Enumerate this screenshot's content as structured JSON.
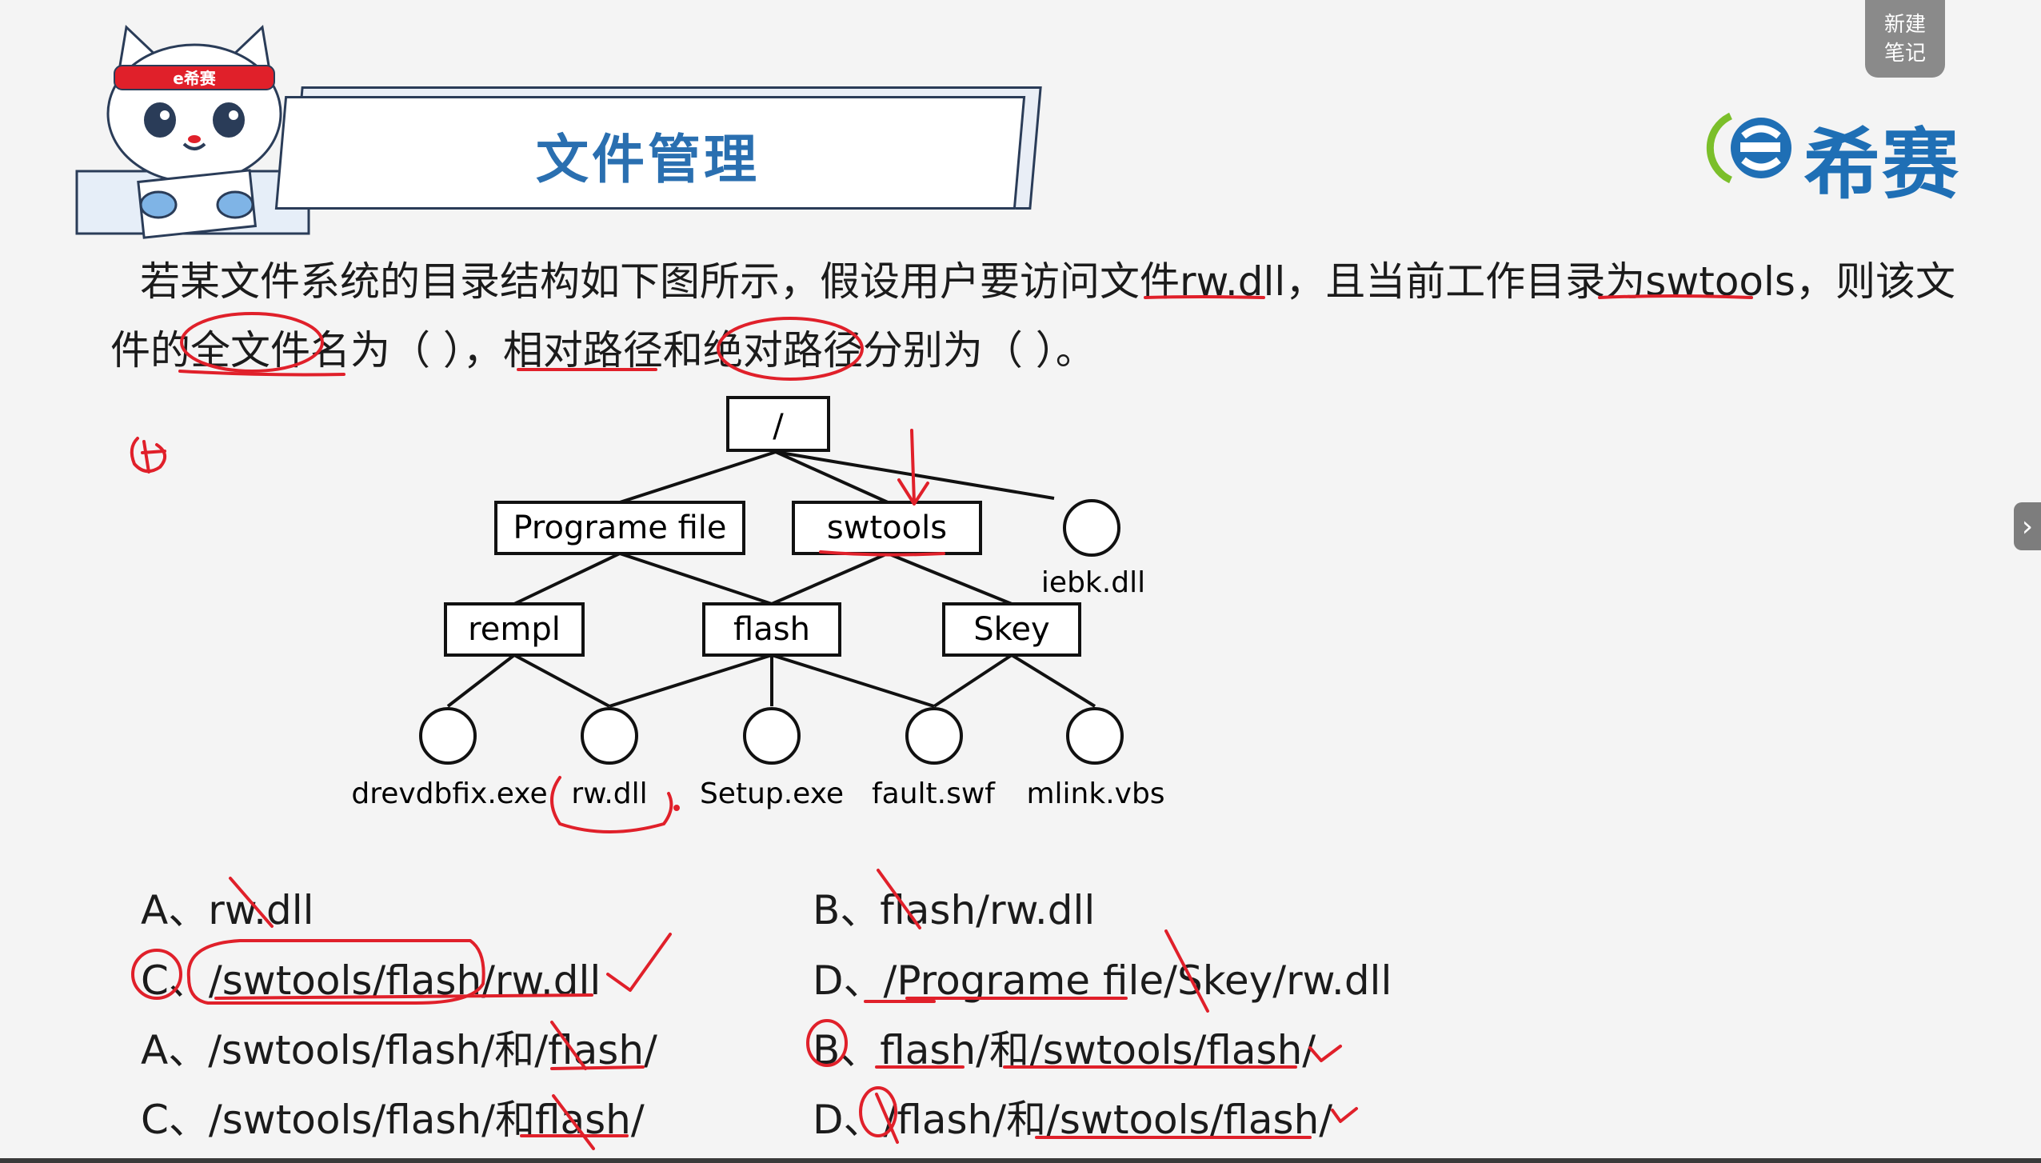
{
  "header": {
    "title": "文件管理",
    "mascot_badge": "e希赛"
  },
  "logo": {
    "text": "希赛",
    "mark": "e"
  },
  "new_note_button": {
    "line1": "新建",
    "line2": "笔记"
  },
  "side_tab_icon": "chevron-right-icon",
  "question": {
    "line1": "若某文件系统的目录结构如下图所示，假设用户要访问文件rw.dll，且当前工作目录为swtools，则该文",
    "line2": "件的全文件名为（ ），相对路径和绝对路径分别为（ ）。"
  },
  "tree": {
    "root": "/",
    "level1": [
      "Programe file",
      "swtools",
      "iebk.dll"
    ],
    "level2": [
      "rempl",
      "flash",
      "Skey"
    ],
    "leaves": [
      "drevdbfix.exe",
      "rw.dll",
      "Setup.exe",
      "fault.swf",
      "mlink.vbs"
    ]
  },
  "options": {
    "a1": "A、rw.dll",
    "b1": "B、flash/rw.dll",
    "c1": "C、/swtools/flash/rw.dll",
    "d1": "D、/Programe file/Skey/rw.dll",
    "a2": "A、/swtools/flash/和/flash/",
    "b2": "B、flash/和/swtools/flash/",
    "c2": "C、/swtools/flash/和flash/",
    "d2": "D、/flash/和/swtools/flash/"
  },
  "colors": {
    "accent_blue": "#2a6fb0",
    "ink_red": "#e0202a",
    "logo_green": "#7bbf2a"
  }
}
